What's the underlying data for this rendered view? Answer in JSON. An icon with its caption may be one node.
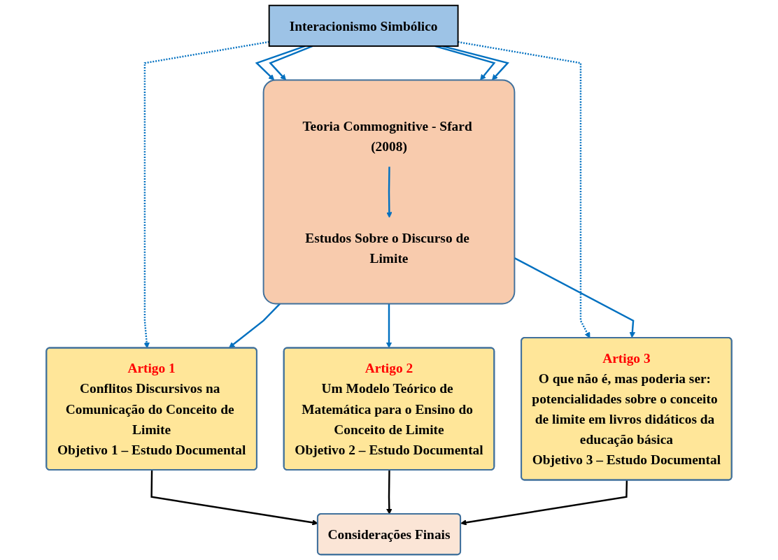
{
  "diagram": {
    "nodes": [
      {
        "text": [
          "Interacionismo Simbólico"
        ]
      },
      {
        "text": [],
        "shape": "box"
      },
      {
        "text": [
          "Teoria Commognitive - Sfard (2008)"
        ],
        "in": 1
      },
      {
        "text": [
          "Estudos Sobre o Discurso de Limite"
        ],
        "in": 1
      },
      {
        "text": [
          "Artigo 1",
          "Conflitos Discursivos na Comunicação do Conceito de Limite",
          "Objetivo 1 – Estudo Documental"
        ]
      },
      {
        "text": [
          "Artigo 2",
          "Um Modelo Teórico de Matemática para o Ensino do Conceito de Limite",
          "Objetivo 2 – Estudo Documental"
        ]
      },
      {
        "text": [
          "Artigo 3",
          "O que não é, mas poderia ser: potencialidades sobre o conceito de limite em livros didáticos da educação básica",
          "Objetivo 3 – Estudo Documental"
        ]
      },
      {
        "text": [
          "Considerações Finais"
        ]
      }
    ],
    "edges": [
      {
        "from": 0,
        "to": 1,
        "arrow": "to"
      },
      {
        "from": 0,
        "to": 1,
        "arrow": "to"
      },
      {
        "from": 0,
        "to": 1,
        "arrow": "to"
      },
      {
        "from": 0,
        "to": 1,
        "arrow": "to"
      },
      {
        "from": 2,
        "to": 3,
        "arrow": "to"
      },
      {
        "from": 1,
        "to": 4,
        "arrow": "to"
      },
      {
        "from": 1,
        "to": 5,
        "arrow": "to"
      },
      {
        "from": 1,
        "to": 6,
        "arrow": "to"
      },
      {
        "from": 0,
        "to": 4,
        "arrow": "to",
        "style": "dashed"
      },
      {
        "from": 0,
        "to": 6,
        "arrow": "to",
        "style": "dashed"
      },
      {
        "from": 4,
        "to": 7,
        "arrow": "to",
        "color": "#000000"
      },
      {
        "from": 5,
        "to": 7,
        "arrow": "to",
        "color": "#000000"
      },
      {
        "from": 6,
        "to": 7,
        "arrow": "to",
        "color": "#000000"
      }
    ]
  }
}
